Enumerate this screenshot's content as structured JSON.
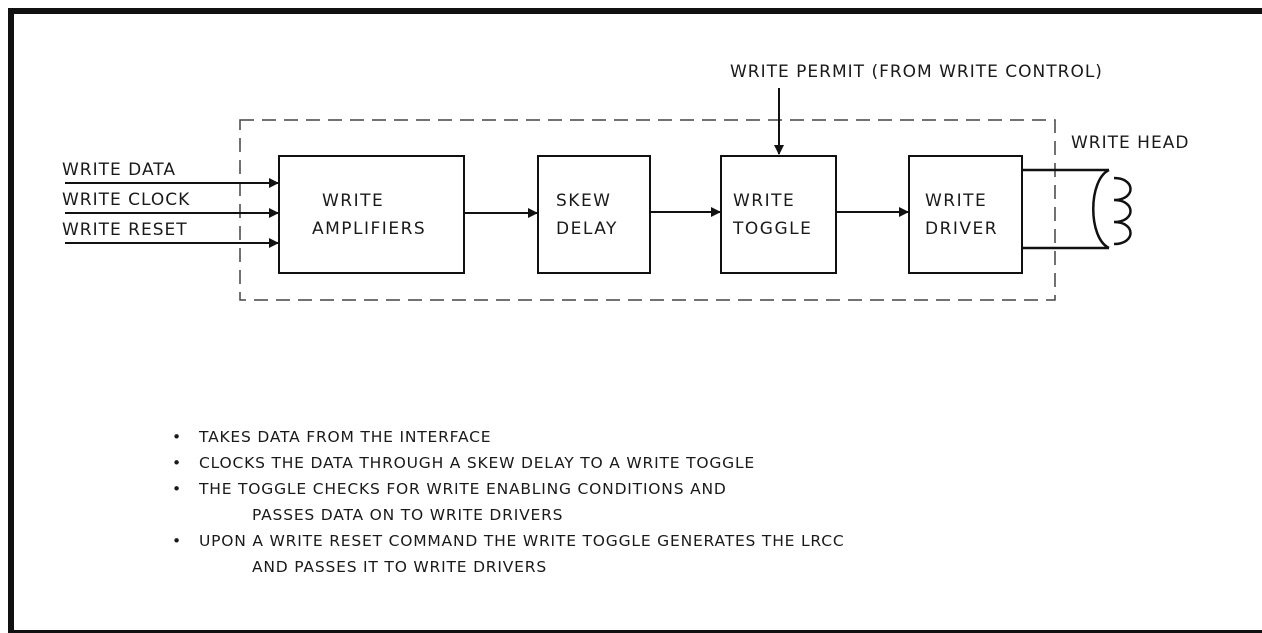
{
  "diagram": {
    "inputs": [
      "WRITE DATA",
      "WRITE CLOCK",
      "WRITE RESET"
    ],
    "blocks": [
      {
        "id": "write-amplifiers",
        "lines": [
          "WRITE",
          "AMPLIFIERS"
        ]
      },
      {
        "id": "skew-delay",
        "lines": [
          "SKEW",
          "DELAY"
        ]
      },
      {
        "id": "write-toggle",
        "lines": [
          "WRITE",
          "TOGGLE"
        ]
      },
      {
        "id": "write-driver",
        "lines": [
          "WRITE",
          "DRIVER"
        ]
      }
    ],
    "write_permit_label": "WRITE PERMIT (FROM WRITE CONTROL)",
    "write_head_label": "WRITE HEAD"
  },
  "notes": [
    {
      "lines": [
        "TAKES DATA FROM THE INTERFACE"
      ]
    },
    {
      "lines": [
        "CLOCKS THE DATA THROUGH A SKEW DELAY TO A WRITE TOGGLE"
      ]
    },
    {
      "lines": [
        "THE TOGGLE CHECKS FOR WRITE ENABLING CONDITIONS AND",
        "PASSES DATA ON TO WRITE DRIVERS"
      ]
    },
    {
      "lines": [
        "UPON A WRITE RESET COMMAND THE WRITE TOGGLE GENERATES THE LRCC",
        "AND PASSES IT TO WRITE DRIVERS"
      ]
    }
  ]
}
